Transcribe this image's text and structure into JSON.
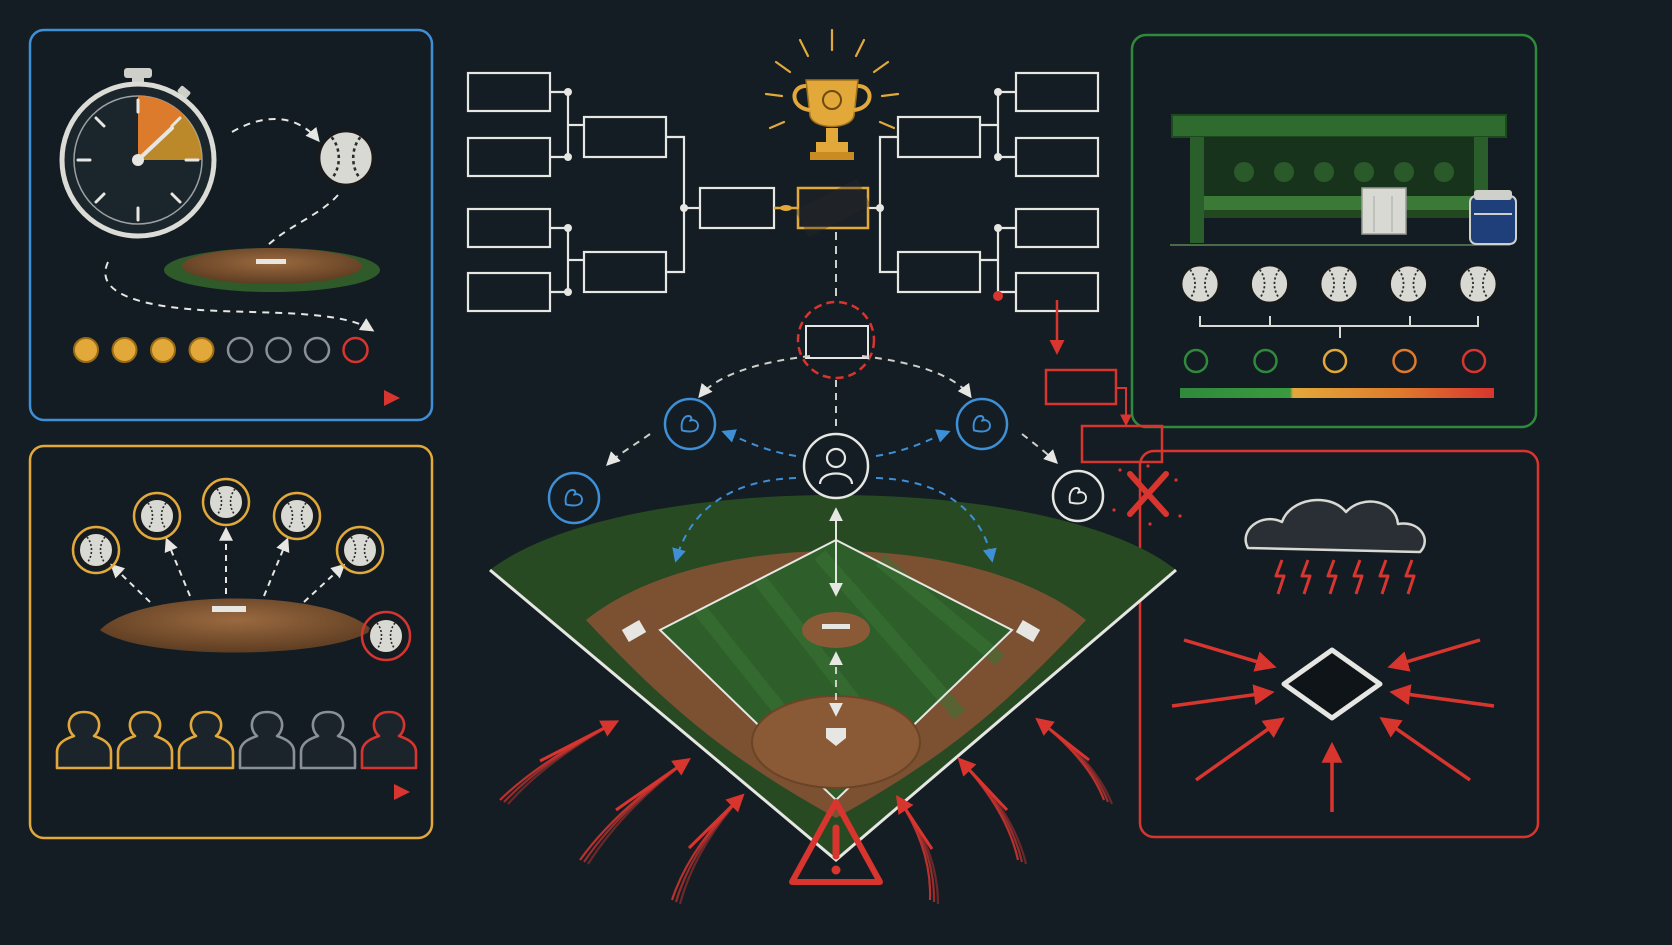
{
  "colors": {
    "background": "#141d24",
    "chalk": "#e6e6e2",
    "blue": "#3f8fd6",
    "amber": "#e2a93a",
    "orange": "#e07a2c",
    "red": "#d8352f",
    "green": "#2f8a3c",
    "grass": "#2f5a2a",
    "dirt": "#8a5a36",
    "gray": "#8a9096"
  },
  "panels": {
    "pitch_clock": {
      "frame_color": "#3f8fd6",
      "icons": [
        "stopwatch-icon",
        "baseball-icon",
        "pitchers-mound-icon"
      ],
      "pitch_dots": [
        {
          "state": "filled",
          "color": "#e2a93a"
        },
        {
          "state": "filled",
          "color": "#e2a93a"
        },
        {
          "state": "filled",
          "color": "#e2a93a"
        },
        {
          "state": "filled",
          "color": "#e2a93a"
        },
        {
          "state": "empty",
          "color": "#8a9096"
        },
        {
          "state": "empty",
          "color": "#8a9096"
        },
        {
          "state": "empty",
          "color": "#8a9096"
        },
        {
          "state": "empty",
          "color": "#d8352f"
        }
      ],
      "gauge_fill": 0.3
    },
    "pitch_count": {
      "frame_color": "#e2a93a",
      "icons": [
        "pitchers-mound-icon",
        "baseball-icon",
        "pitcher-silhouette-icon"
      ],
      "pitchers": [
        {
          "color": "#e2a93a"
        },
        {
          "color": "#e2a93a"
        },
        {
          "color": "#e2a93a"
        },
        {
          "color": "#8a9096"
        },
        {
          "color": "#8a9096"
        },
        {
          "color": "#d8352f"
        }
      ]
    },
    "bullpen": {
      "frame_color": "#2f8a3c",
      "icons": [
        "dugout-bench-icon",
        "towel-icon",
        "water-cooler-icon",
        "baseball-icon"
      ],
      "status_dots": [
        "#2f8a3c",
        "#2f8a3c",
        "#e2a93a",
        "#e07a2c",
        "#d8352f"
      ],
      "fatigue_bar_green_fraction": 0.35
    },
    "weather": {
      "frame_color": "#d8352f",
      "icons": [
        "storm-cloud-icon",
        "lightning-icon",
        "home-plate-icon",
        "pressure-arrow-icon"
      ]
    }
  },
  "center": {
    "icons": [
      "trophy-icon",
      "tournament-bracket-icon",
      "manager-icon",
      "relief-pitcher-icon",
      "baseball-diamond-icon",
      "warning-icon"
    ],
    "relievers": [
      {
        "color": "#3f8fd6"
      },
      {
        "color": "#3f8fd6"
      },
      {
        "color": "#3f8fd6"
      },
      {
        "color": "#e6e6e2",
        "eliminated": true
      }
    ]
  }
}
